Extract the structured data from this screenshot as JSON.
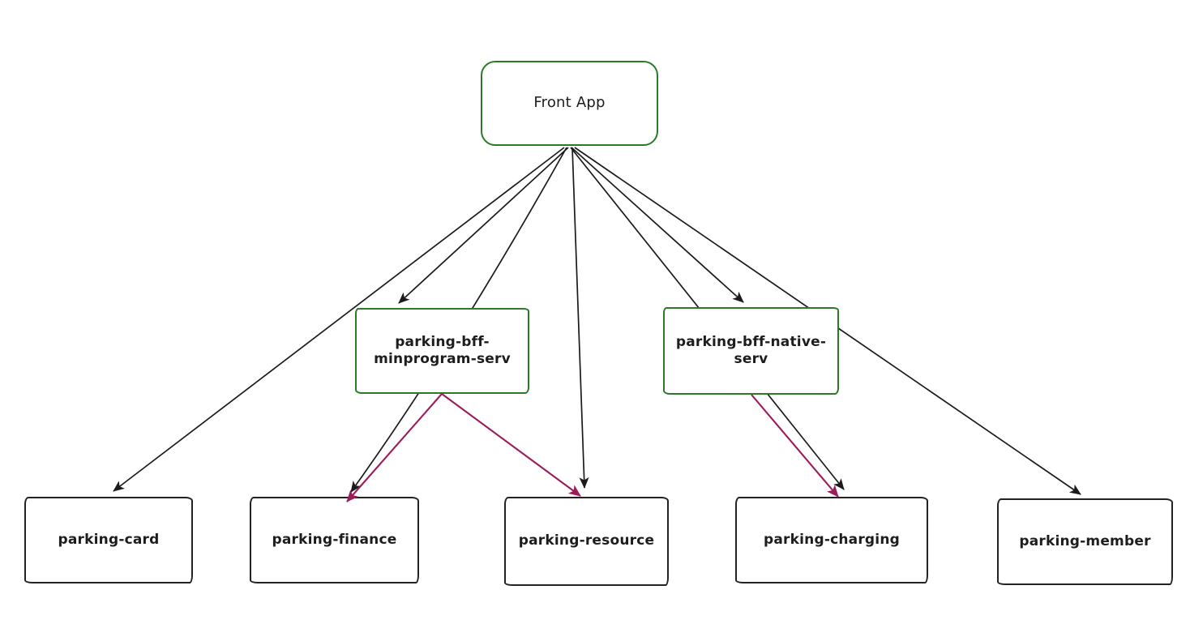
{
  "diagram": {
    "type": "flowchart-top-down",
    "style": "hand-drawn",
    "nodes": [
      {
        "id": "front-app",
        "label": "Front App",
        "shape": "rounded-rect",
        "border_color": "#2a7a2a"
      },
      {
        "id": "parking-bff-minprogram-serv",
        "label": "parking-bff-minprogram-serv",
        "label_lines": [
          "parking-bff-",
          "minprogram-serv"
        ],
        "shape": "rect",
        "border_color": "#2a7a2a"
      },
      {
        "id": "parking-bff-native-serv",
        "label": "parking-bff-native-serv",
        "label_lines": [
          "parking-bff-native-",
          "serv"
        ],
        "shape": "rect",
        "border_color": "#2a7a2a"
      },
      {
        "id": "parking-card",
        "label": "parking-card",
        "shape": "rect",
        "border_color": "#222222"
      },
      {
        "id": "parking-finance",
        "label": "parking-finance",
        "shape": "rect",
        "border_color": "#222222"
      },
      {
        "id": "parking-resource",
        "label": "parking-resource",
        "shape": "rect",
        "border_color": "#222222"
      },
      {
        "id": "parking-charging",
        "label": "parking-charging",
        "shape": "rect",
        "border_color": "#222222"
      },
      {
        "id": "parking-member",
        "label": "parking-member",
        "shape": "rect",
        "border_color": "#222222"
      }
    ],
    "edges": [
      {
        "from": "front-app",
        "to": "parking-card",
        "color": "#1b1b1b",
        "arrow": true
      },
      {
        "from": "front-app",
        "to": "parking-finance",
        "color": "#1b1b1b",
        "arrow": true
      },
      {
        "from": "front-app",
        "to": "parking-bff-minprogram-serv",
        "color": "#1b1b1b",
        "arrow": true
      },
      {
        "from": "front-app",
        "to": "parking-resource",
        "color": "#1b1b1b",
        "arrow": true
      },
      {
        "from": "front-app",
        "to": "parking-bff-native-serv",
        "color": "#1b1b1b",
        "arrow": true
      },
      {
        "from": "front-app",
        "to": "parking-charging",
        "color": "#1b1b1b",
        "arrow": true
      },
      {
        "from": "front-app",
        "to": "parking-member",
        "color": "#1b1b1b",
        "arrow": true
      },
      {
        "from": "parking-bff-minprogram-serv",
        "to": "parking-finance",
        "color": "#9c1c5a",
        "arrow": true
      },
      {
        "from": "parking-bff-minprogram-serv",
        "to": "parking-resource",
        "color": "#9c1c5a",
        "arrow": true
      },
      {
        "from": "parking-bff-native-serv",
        "to": "parking-charging",
        "color": "#9c1c5a",
        "arrow": true
      }
    ],
    "colors": {
      "green": "#2a7a2a",
      "ink": "#1b1b1b",
      "maroon": "#9c1c5a",
      "bg": "#ffffff",
      "text": "#1d1d1d"
    }
  }
}
